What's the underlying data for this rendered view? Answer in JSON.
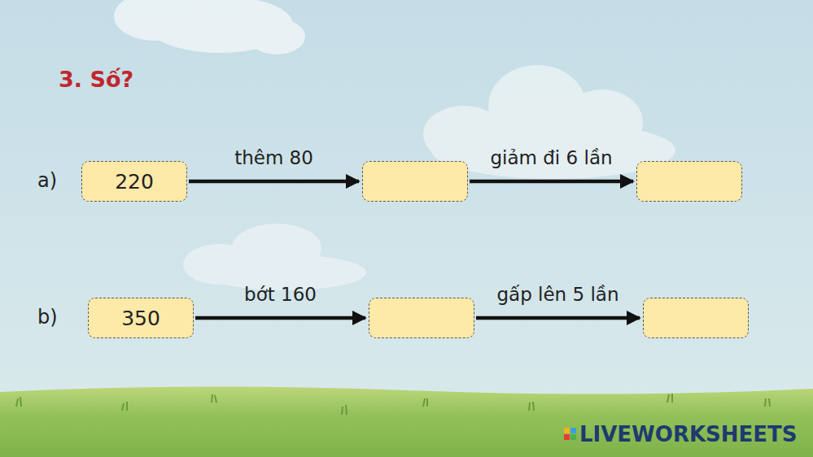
{
  "diagram": {
    "title": "3. Số?",
    "nodes": [
      {
        "text": [
          "220"
        ]
      },
      {
        "text": []
      },
      {
        "text": []
      },
      {
        "text": [
          "350"
        ]
      },
      {
        "text": []
      },
      {
        "text": []
      }
    ],
    "edges": [
      {
        "from": 0,
        "to": 1,
        "label": "thêm 80",
        "arrow": "to"
      },
      {
        "from": 1,
        "to": 2,
        "label": "giảm đi 6 lần",
        "arrow": "to"
      },
      {
        "from": 3,
        "to": 4,
        "label": "bớt 160",
        "arrow": "to"
      },
      {
        "from": 4,
        "to": 5,
        "label": "gấp lên 5 lần",
        "arrow": "to"
      }
    ],
    "labels": [
      "a)",
      "b)",
      "LIVEWORKSHEETS"
    ]
  }
}
